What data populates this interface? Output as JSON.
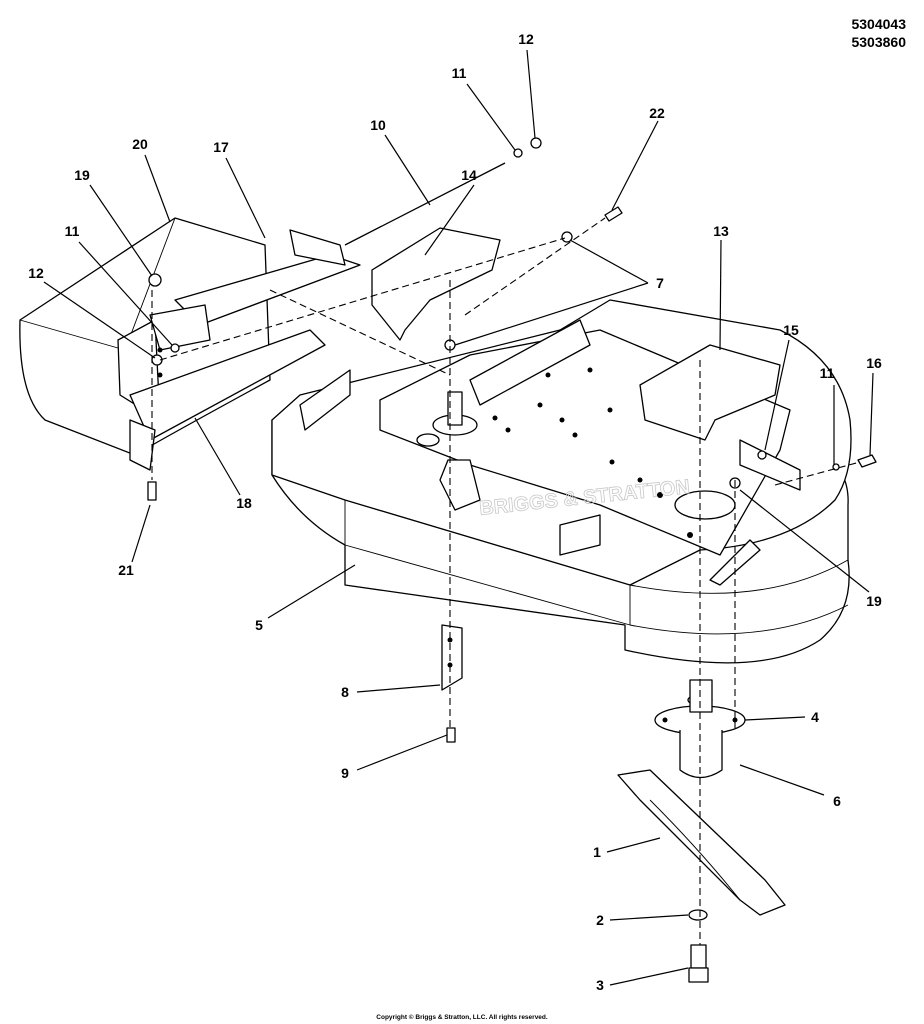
{
  "header": {
    "part_numbers": [
      "5304043",
      "5303860"
    ]
  },
  "footer": {
    "copyright": "Copyright © Briggs & Stratton, LLC. All rights reserved."
  },
  "diagram": {
    "callouts": [
      "1",
      "2",
      "3",
      "4",
      "5",
      "6",
      "7",
      "8",
      "9",
      "10",
      "11",
      "11",
      "11",
      "12",
      "12",
      "13",
      "14",
      "15",
      "16",
      "17",
      "18",
      "19",
      "19",
      "20",
      "21",
      "22"
    ]
  }
}
